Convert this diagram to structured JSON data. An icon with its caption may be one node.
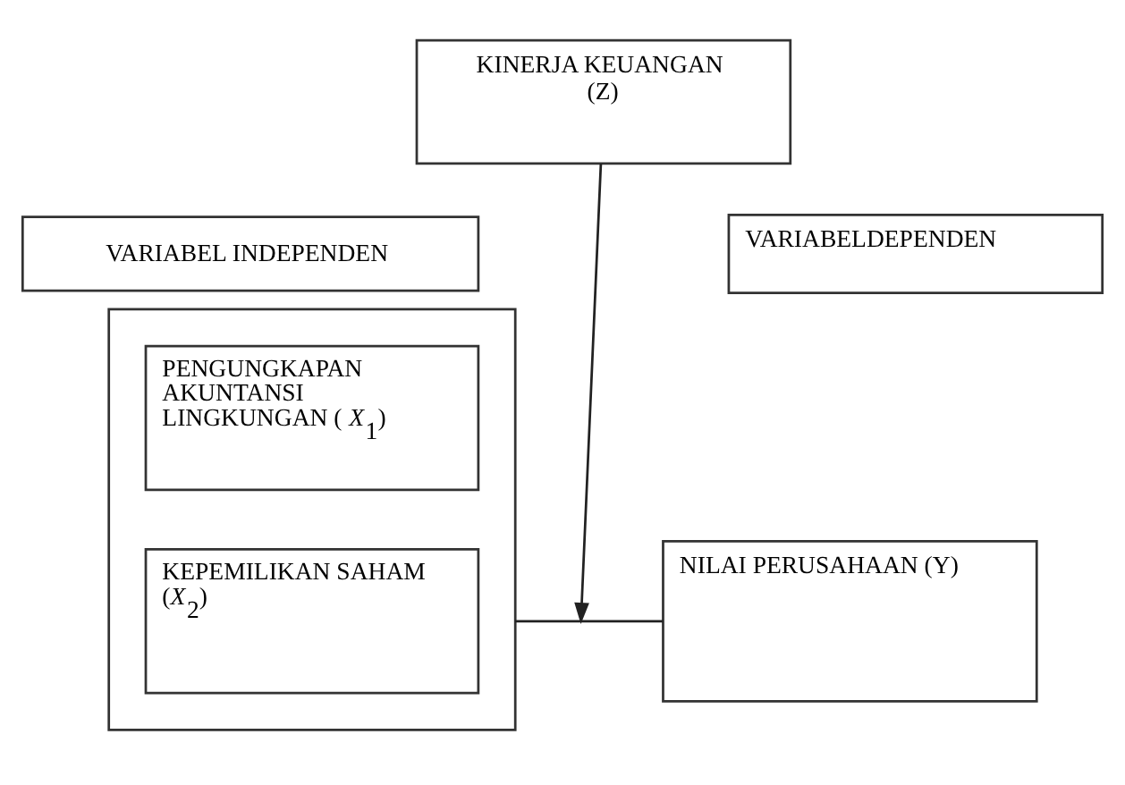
{
  "diagram": {
    "nodes": [
      {
        "text": [
          "KINERJA KEUANGAN (Z)"
        ]
      },
      {
        "text": [
          "VARIABEL INDEPENDEN"
        ]
      },
      {
        "text": [
          "VARIABELDEPENDEN"
        ]
      },
      {
        "text": [],
        "shape": "box"
      },
      {
        "text": [
          "PENGUNGKAPAN AKUNTANSI LINGKUNGAN (*X*$_{1}$)"
        ],
        "in": 3
      },
      {
        "text": [
          "KEPEMILIKAN SAHAM (*X*$_{2}$)"
        ],
        "in": 3
      },
      {
        "text": [
          "NILAI PERUSAHAAN (Y)"
        ]
      }
    ],
    "edges": [
      {
        "from": 3,
        "to": 6,
        "arrow": "none"
      },
      {
        "from": 0,
        "to": null,
        "arrow": "to"
      }
    ]
  }
}
